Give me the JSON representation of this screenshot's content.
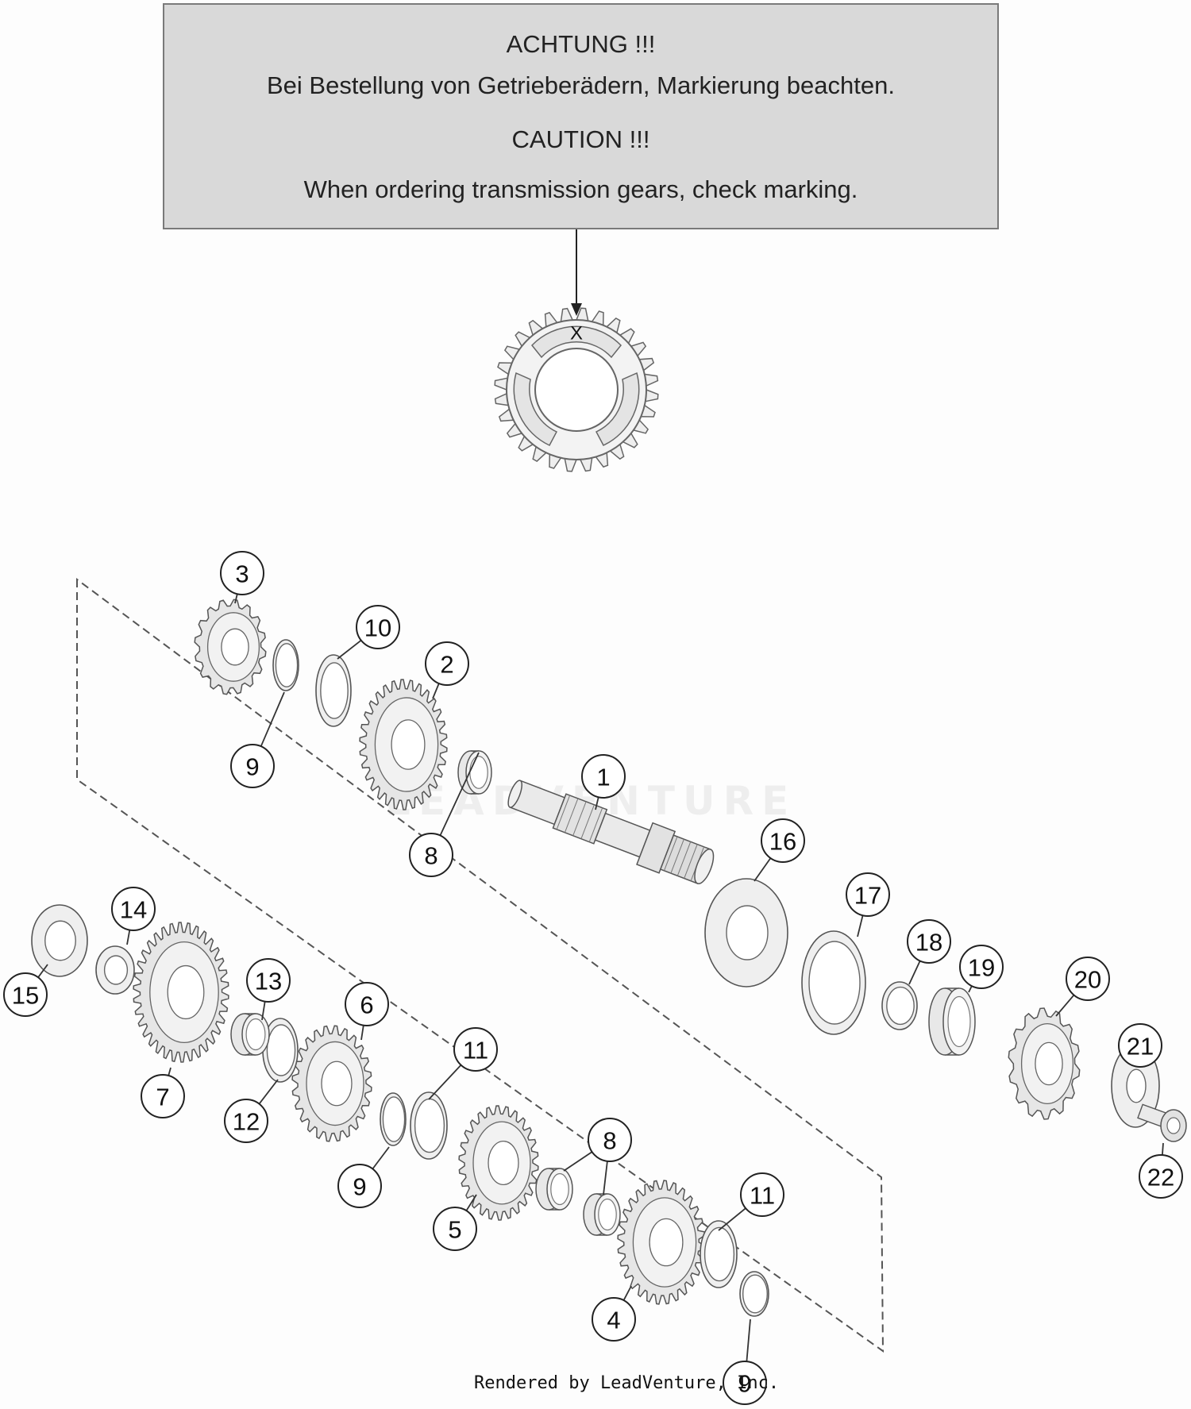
{
  "notice": {
    "de_title": "ACHTUNG !!!",
    "de_text": "Bei Bestellung von Getrieberädern, Markierung beachten.",
    "en_title": "CAUTION !!!",
    "en_text": "When ordering transmission gears, check marking."
  },
  "gear_mark": "X",
  "watermark": "LEADVENTURE",
  "footer": "Rendered by LeadVenture, Inc.",
  "callouts": [
    {
      "num": "1",
      "part": "shaft"
    },
    {
      "num": "2",
      "part": "gear"
    },
    {
      "num": "3",
      "part": "gear"
    },
    {
      "num": "4",
      "part": "gear"
    },
    {
      "num": "5",
      "part": "gear"
    },
    {
      "num": "6",
      "part": "gear"
    },
    {
      "num": "7",
      "part": "gear"
    },
    {
      "num": "8",
      "part": "needle-bearing"
    },
    {
      "num": "8",
      "part": "needle-bearing"
    },
    {
      "num": "8",
      "part": "needle-bearing"
    },
    {
      "num": "9",
      "part": "circlip"
    },
    {
      "num": "9",
      "part": "circlip"
    },
    {
      "num": "9",
      "part": "circlip"
    },
    {
      "num": "10",
      "part": "washer"
    },
    {
      "num": "11",
      "part": "washer"
    },
    {
      "num": "11",
      "part": "washer"
    },
    {
      "num": "12",
      "part": "washer"
    },
    {
      "num": "13",
      "part": "needle-bearing"
    },
    {
      "num": "14",
      "part": "washer"
    },
    {
      "num": "15",
      "part": "bearing"
    },
    {
      "num": "16",
      "part": "bearing"
    },
    {
      "num": "17",
      "part": "seal"
    },
    {
      "num": "18",
      "part": "o-ring"
    },
    {
      "num": "19",
      "part": "spacer"
    },
    {
      "num": "20",
      "part": "sprocket"
    },
    {
      "num": "21",
      "part": "washer"
    },
    {
      "num": "22",
      "part": "bolt"
    }
  ]
}
